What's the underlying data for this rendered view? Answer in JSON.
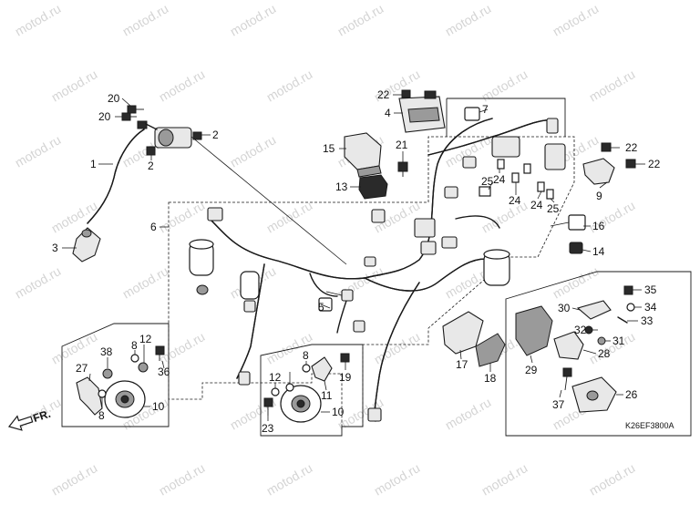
{
  "watermark": "motod.ru",
  "diagram_code": "K26EF3800A",
  "direction_label": "FR.",
  "callouts": {
    "c1": "1",
    "c2a": "2",
    "c2b": "2",
    "c3": "3",
    "c4": "4",
    "c5": "5",
    "c6": "6",
    "c7": "7",
    "c8a": "8",
    "c8b": "8",
    "c8c": "8",
    "c9": "9",
    "c10a": "10",
    "c10b": "10",
    "c11": "11",
    "c12a": "12",
    "c12b": "12",
    "c13": "13",
    "c14": "14",
    "c15": "15",
    "c16": "16",
    "c17": "17",
    "c18": "18",
    "c19": "19",
    "c20a": "20",
    "c20b": "20",
    "c21": "21",
    "c22a": "22",
    "c22b": "22",
    "c22c": "22",
    "c23": "23",
    "c24a": "24",
    "c24b": "24",
    "c24c": "24",
    "c25a": "25",
    "c25b": "25",
    "c26": "26",
    "c27": "27",
    "c28": "28",
    "c29": "29",
    "c30": "30",
    "c31": "31",
    "c32": "32",
    "c33": "33",
    "c34": "34",
    "c35": "35",
    "c36": "36",
    "c37": "37",
    "c38": "38"
  }
}
